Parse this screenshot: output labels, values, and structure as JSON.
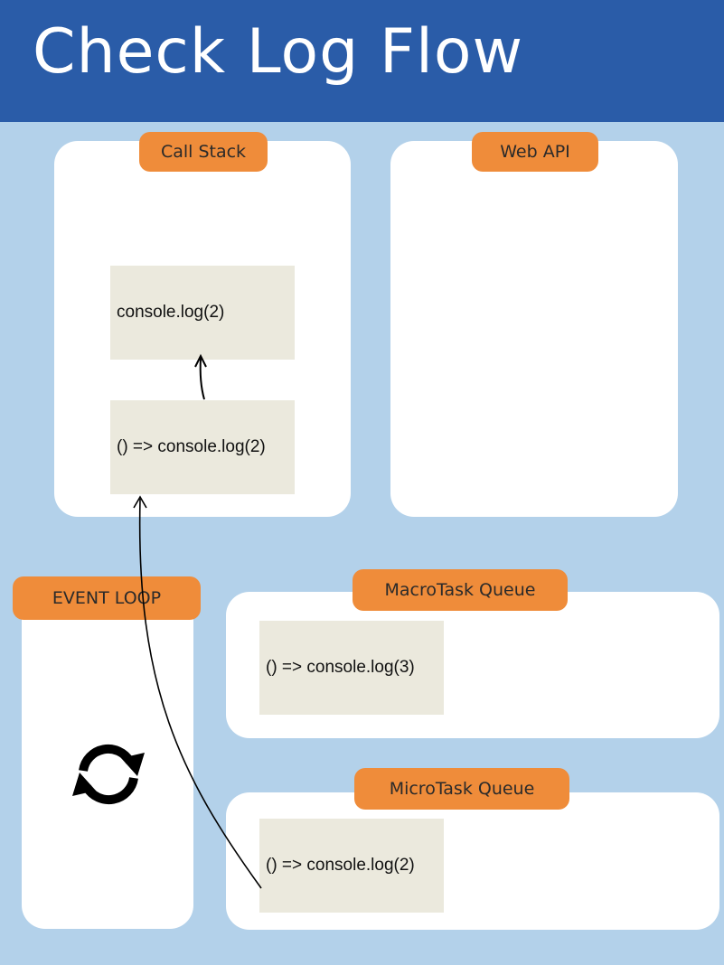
{
  "title": "Check Log Flow",
  "panels": {
    "call_stack": {
      "label": "Call Stack"
    },
    "web_api": {
      "label": "Web API"
    },
    "event_loop": {
      "label": "EVENT LOOP"
    },
    "macro_queue": {
      "label": "MacroTask Queue"
    },
    "micro_queue": {
      "label": "MicroTask Queue"
    }
  },
  "cards": {
    "stack_top": "console.log(2)",
    "stack_bottom": "() => console.log(2)",
    "macro_item": "() => console.log(3)",
    "micro_item": "() => console.log(2)"
  },
  "icons": {
    "event_loop": "refresh-cycle-icon"
  },
  "colors": {
    "header": "#2a5ca8",
    "background": "#b3d1ea",
    "tag": "#ef8c3a",
    "card": "#ebe9dd"
  }
}
